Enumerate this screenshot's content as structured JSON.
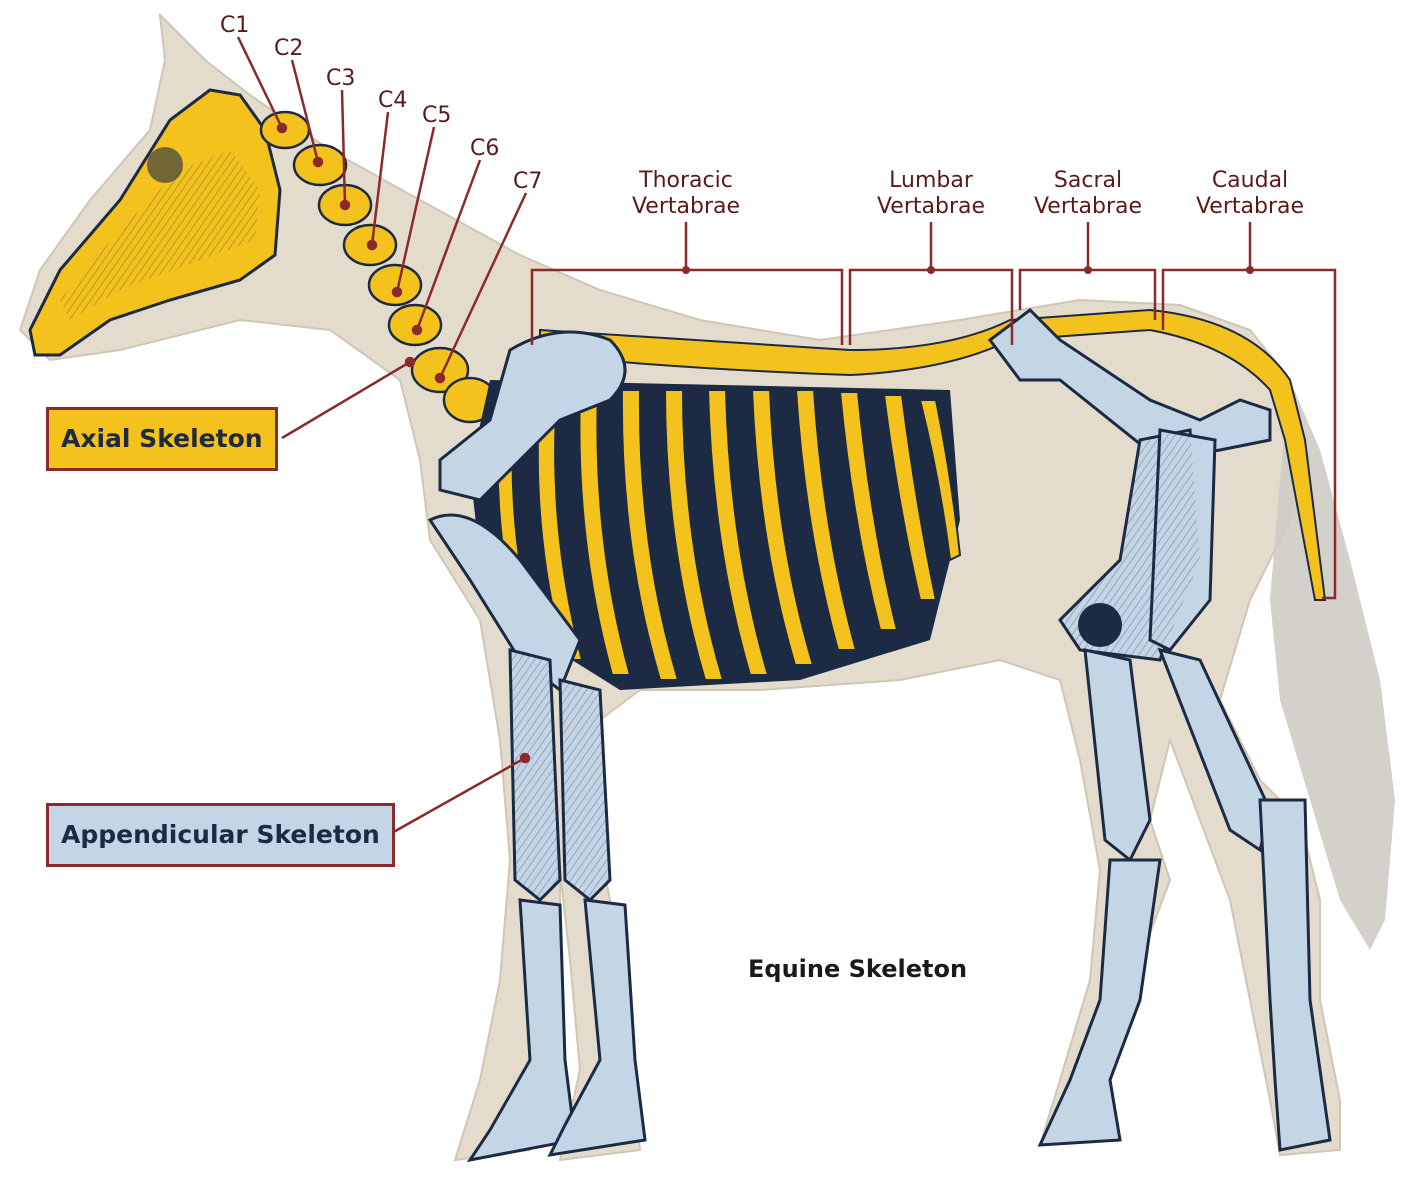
{
  "title": "Equine Skeleton",
  "cervical_labels": [
    "C1",
    "C2",
    "C3",
    "C4",
    "C5",
    "C6",
    "C7"
  ],
  "region_labels": [
    {
      "line1": "Thoracic",
      "line2": "Vertabrae"
    },
    {
      "line1": "Lumbar",
      "line2": "Vertabrae"
    },
    {
      "line1": "Sacral",
      "line2": "Vertabrae"
    },
    {
      "line1": "Caudal",
      "line2": "Vertabrae"
    }
  ],
  "axial_label": "Axial Skeleton",
  "appendicular_label": "Appendicular Skeleton",
  "colors": {
    "axial": "#f3c21c",
    "appendicular": "#c4d5e6",
    "leader": "#8b2a2a",
    "horse": "#e3dccd"
  }
}
